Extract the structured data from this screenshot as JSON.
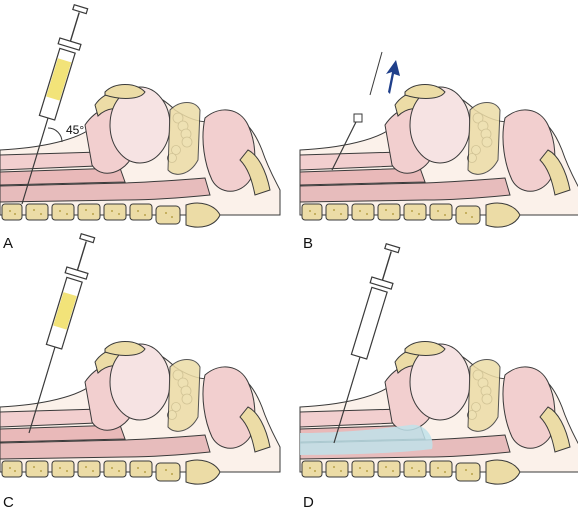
{
  "figure": {
    "panels": [
      {
        "letter": "A",
        "angle_label": "45°",
        "needle": "syringe-yellow"
      },
      {
        "letter": "B",
        "needle": "catheter-only",
        "arrow": "up-right"
      },
      {
        "letter": "C",
        "needle": "syringe-yellow-partial"
      },
      {
        "letter": "D",
        "needle": "syringe-empty",
        "injected_fluid": true
      }
    ],
    "colors": {
      "tissue": "#f2cfcf",
      "tissue_dark": "#d99a9a",
      "bone": "#ecdca6",
      "bone_spots": "#b9a24a",
      "cartilage": "#f6e7e7",
      "outline": "#3a3a3a",
      "fluid_yellow": "#f1e06a",
      "injected_fluid": "#bfe2ea",
      "arrow": "#1f3f8a"
    }
  }
}
